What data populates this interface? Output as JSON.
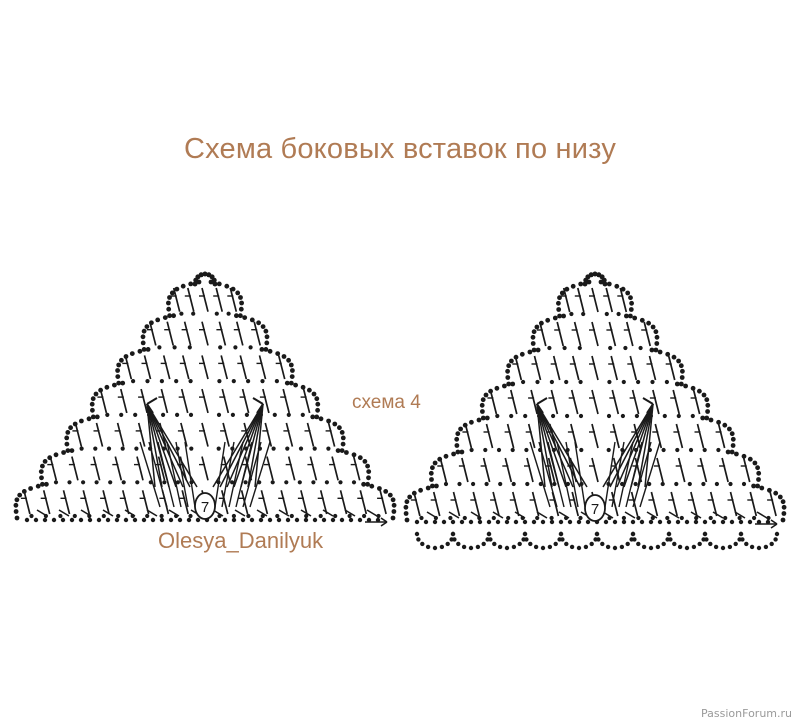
{
  "title": "Схема боковых вставок по низу",
  "schema_label": "схема 4",
  "author": "Olesya_Danilyuk",
  "row_marker_left": "7",
  "row_marker_right": "7",
  "watermark": "PassionForum.ru",
  "colors": {
    "accent": "#b07b54",
    "ink": "#1a1a1a"
  }
}
